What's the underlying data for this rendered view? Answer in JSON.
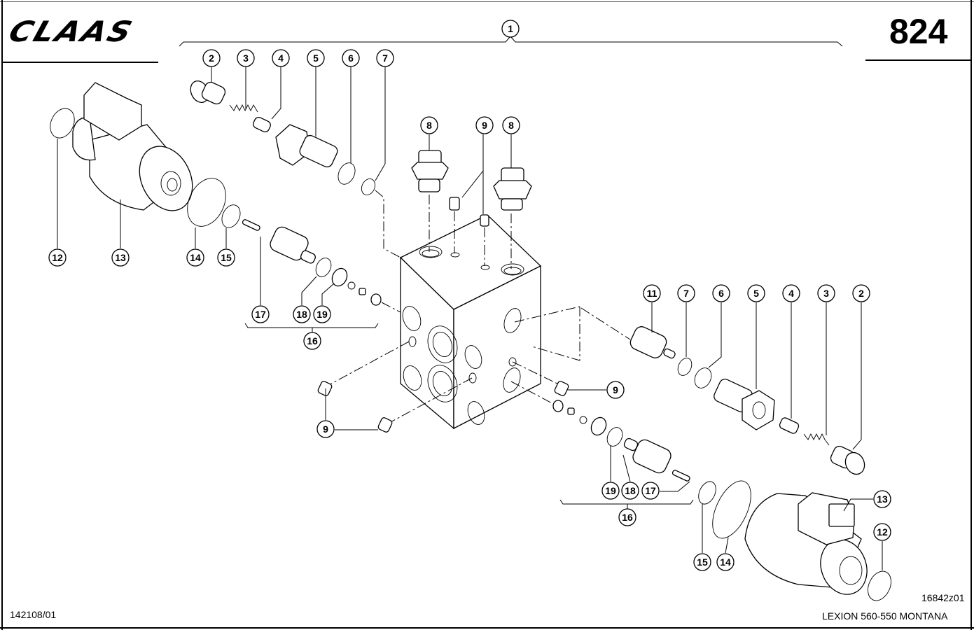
{
  "header": {
    "brand_logo": "CLAAS",
    "page_number": "824"
  },
  "footer": {
    "page_code": "142108/01",
    "drawing_ref": "16842z01",
    "model": "LEXION 560-550  MONTANA"
  },
  "callouts": {
    "c1": "1",
    "upper_left": {
      "c2": "2",
      "c3": "3",
      "c4": "4",
      "c5": "5",
      "c6": "6",
      "c7": "7"
    },
    "fittings": {
      "c8a": "8",
      "c9top": "9",
      "c8b": "8"
    },
    "left_coil": {
      "c12": "12",
      "c13": "13",
      "c14": "14",
      "c15": "15"
    },
    "left_cartridge": {
      "c17": "17",
      "c18": "18",
      "c19": "19",
      "c16": "16"
    },
    "right_valve": {
      "c11": "11",
      "c7": "7",
      "c6": "6",
      "c5": "5",
      "c4": "4",
      "c3": "3",
      "c2": "2"
    },
    "plugs": {
      "c9right": "9",
      "c9left": "9"
    },
    "right_cartridge": {
      "c19": "19",
      "c18": "18",
      "c17": "17",
      "c16": "16"
    },
    "right_coil": {
      "c15": "15",
      "c14": "14",
      "c13": "13",
      "c12": "12"
    }
  },
  "parts_list_numbers": [
    "1",
    "2",
    "3",
    "4",
    "5",
    "6",
    "7",
    "8",
    "9",
    "11",
    "12",
    "13",
    "14",
    "15",
    "16",
    "17",
    "18",
    "19"
  ]
}
